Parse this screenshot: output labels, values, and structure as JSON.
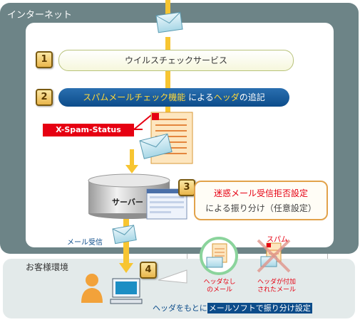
{
  "regions": {
    "internet": "インターネット",
    "customer": "お客様環境"
  },
  "steps": {
    "s1": {
      "num": "1",
      "label": "ウイルスチェックサービス"
    },
    "s2": {
      "num": "2",
      "label_a": "スパムメールチェック機能",
      "label_b": "による",
      "label_c": "ヘッダ",
      "label_d": "の追記"
    },
    "s3": {
      "num": "3",
      "line1": "迷惑メール受信拒否設定",
      "line2": "による振り分け（任意設定）"
    },
    "s4": {
      "num": "4",
      "prefix": "ヘッダをもとに",
      "highlight": "メールソフトで振り分け設定"
    }
  },
  "header_tag": "X-Spam-Status",
  "server_label": "サーバー",
  "mail_receive": "メール受信",
  "callout4": {
    "spam": "スパム",
    "no_header_1": "ヘッダなし",
    "no_header_2": "のメール",
    "with_header_1": "ヘッダが付加",
    "with_header_2": "されたメール"
  },
  "colors": {
    "accent_blue": "#0c4c8a",
    "alert_red": "#e60012",
    "arrow_yellow": "#f7c531"
  }
}
